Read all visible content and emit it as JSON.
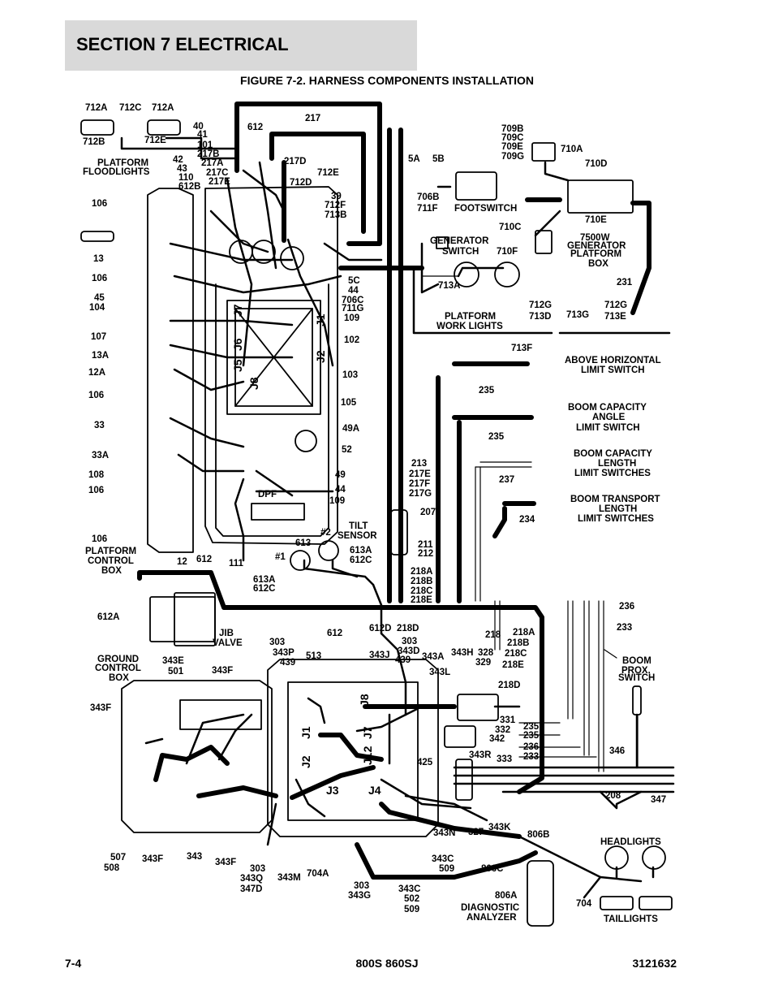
{
  "header": {
    "section_title": "SECTION 7   ELECTRICAL"
  },
  "figure": {
    "caption": "FIGURE 7-2. HARNESS COMPONENTS INSTALLATION"
  },
  "footer": {
    "page": "7-4",
    "model": "800S 860SJ",
    "doc_number": "3121632"
  },
  "labels": {
    "712A_l": "712A",
    "712C": "712C",
    "712A_r": "712A",
    "712B": "712B",
    "712E_t": "712E",
    "40": "40",
    "41": "41",
    "101": "101",
    "217B": "217B",
    "42": "42",
    "217A": "217A",
    "43": "43",
    "217C": "217C",
    "110": "110",
    "217E": "217E",
    "612B": "612B",
    "platform_floodlights_1": "PLATFORM",
    "platform_floodlights_2": "FLOODLIGHTS",
    "612_t": "612",
    "217_t": "217",
    "217D": "217D",
    "712E_m": "712E",
    "712D": "712D",
    "39": "39",
    "712F": "712F",
    "713B": "713B",
    "5A": "5A",
    "5B": "5B",
    "706B": "706B",
    "711F": "711F",
    "footswitch": "FOOTSWITCH",
    "709B": "709B",
    "709C": "709C",
    "709E": "709E",
    "709G": "709G",
    "710A": "710A",
    "710D": "710D",
    "710C": "710C",
    "710E": "710E",
    "710F": "710F",
    "gen_box_1": "7500W",
    "gen_box_2": "GENERATOR",
    "gen_box_3": "PLATFORM",
    "gen_box_4": "BOX",
    "gen_switch_1": "GENERATOR",
    "gen_switch_2": "SWITCH",
    "713A": "713A",
    "231": "231",
    "work_lights_1": "PLATFORM",
    "work_lights_2": "WORK LIGHTS",
    "712G_l": "712G",
    "713D": "713D",
    "713G": "713G",
    "712G_r": "712G",
    "713E": "713E",
    "713F": "713F",
    "ah_1": "ABOVE HORIZONTAL",
    "ah_2": "LIMIT SWITCH",
    "235_a": "235",
    "bca_1": "BOOM CAPACITY",
    "bca_2": "ANGLE",
    "bca_3": "LIMIT SWITCH",
    "235_b": "235",
    "bcl_1": "BOOM CAPACITY",
    "bcl_2": "LENGTH",
    "bcl_3": "LIMIT SWITCHES",
    "237": "237",
    "btl_1": "BOOM TRANSPORT",
    "btl_2": "LENGTH",
    "btl_3": "LIMIT SWITCHES",
    "234": "234",
    "106_a": "106",
    "13": "13",
    "106_b": "106",
    "45": "45",
    "104": "104",
    "107": "107",
    "13A": "13A",
    "12A": "12A",
    "106_c": "106",
    "33": "33",
    "33A": "33A",
    "108": "108",
    "106_d": "106",
    "106_e": "106",
    "pcb_1": "PLATFORM",
    "pcb_2": "CONTROL",
    "pcb_3": "BOX",
    "12": "12",
    "612_m": "612",
    "111": "111",
    "J7": "J7",
    "J1_top": "J1",
    "J6": "J6",
    "J5": "J5",
    "J2_top": "J2",
    "J8_top": "J8",
    "5C": "5C",
    "44_t": "44",
    "706C": "706C",
    "711G": "711G",
    "109_t": "109",
    "102": "102",
    "103": "103",
    "105": "105",
    "49A": "49A",
    "52": "52",
    "49": "49",
    "44_b": "44",
    "109_b": "109",
    "DPF": "DPF",
    "613": "613",
    "tilt_1": "TILT",
    "tilt_2": "SENSOR",
    "num2": "#2",
    "num1": "#1",
    "613A_r": "613A",
    "612C_r": "612C",
    "613A_l": "613A",
    "612C_l": "612C",
    "213": "213",
    "217F": "217F",
    "217G": "217G",
    "207": "207",
    "211": "211",
    "212": "212",
    "218A_t": "218A",
    "218B_t": "218B",
    "218C_t": "218C",
    "218E_t": "218E",
    "612A": "612A",
    "jib_1": "JIB",
    "jib_2": "VALVE",
    "612_b": "612",
    "612D": "612D",
    "218D_m": "218D",
    "218": "218",
    "218A": "218A",
    "218B": "218B",
    "218C": "218C",
    "218E": "218E",
    "218D": "218D",
    "236_t": "236",
    "233_t": "233",
    "boom_prox_1": "BOOM",
    "boom_prox_2": "PROX.",
    "boom_prox_3": "SWITCH",
    "gcb_1": "GROUND",
    "gcb_2": "CONTROL",
    "gcb_3": "BOX",
    "343E": "343E",
    "501": "501",
    "343F_t": "343F",
    "303_a": "303",
    "343P": "343P",
    "439_a": "439",
    "513": "513",
    "343J": "343J",
    "303_b": "303",
    "343D": "343D",
    "439_b": "439",
    "343A": "343A",
    "343L": "343L",
    "343H": "343H",
    "328": "328",
    "329": "329",
    "343F_l": "343F",
    "J8_bot": "J8",
    "J1_bot": "J1",
    "J7_bot": "J7",
    "J12": "J12",
    "J2_bot": "J2",
    "J3": "J3",
    "J4": "J4",
    "331": "331",
    "332": "332",
    "342": "342",
    "425": "425",
    "343R": "343R",
    "333": "333",
    "235_c": "235",
    "235_d": "235",
    "236_b": "236",
    "233_b": "233",
    "346": "346",
    "208": "208",
    "347": "347",
    "507": "507",
    "508": "508",
    "343F_b1": "343F",
    "343": "343",
    "343F_b2": "343F",
    "303_c": "303",
    "343Q": "343Q",
    "347D": "347D",
    "343M": "343M",
    "704A": "704A",
    "303_d": "303",
    "343G": "343G",
    "343N": "343N",
    "327": "327",
    "343K": "343K",
    "806B": "806B",
    "343C_a": "343C",
    "509_a": "509",
    "806C": "806C",
    "343C_b": "343C",
    "502": "502",
    "509_b": "509",
    "806A": "806A",
    "diag_1": "DIAGNOSTIC",
    "diag_2": "ANALYZER",
    "headlights": "HEADLIGHTS",
    "704": "704",
    "taillights": "TAILLIGHTS"
  }
}
